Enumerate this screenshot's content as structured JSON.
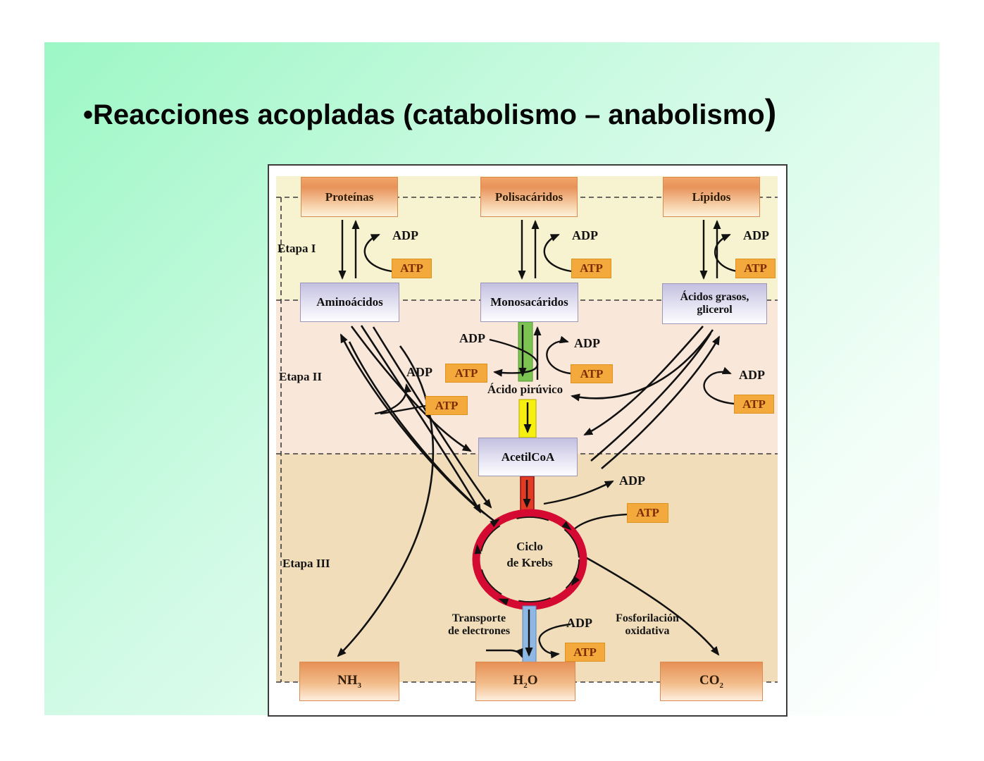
{
  "slide": {
    "title_bullet": "•",
    "title_main": "Reacciones acopladas (catabolismo – anabolismo",
    "title_close": ")"
  },
  "labels": {
    "adp": "ADP",
    "atp": "ATP"
  },
  "diagram": {
    "stages": [
      "Etapa I",
      "Etapa II",
      "Etapa III"
    ],
    "top_row": [
      "Proteínas",
      "Polisacáridos",
      "Lípidos"
    ],
    "intermediates": [
      "Aminoácidos",
      "Monosacáridos"
    ],
    "fatty": {
      "line1": "Ácidos grasos,",
      "line2": "glicerol"
    },
    "pyruvate": "Ácido pirúvico",
    "acetylcoa": "AcetilCoA",
    "krebs": {
      "line1": "Ciclo",
      "line2": "de Krebs"
    },
    "electron_transport": {
      "line1": "Transporte",
      "line2": "de electrones"
    },
    "oxidative_phosphorylation": {
      "line1": "Fosforilación",
      "line2": "oxidativa"
    },
    "end_products": [
      {
        "main": "NH",
        "sub": "3",
        "tail": ""
      },
      {
        "main": "H",
        "sub": "2",
        "tail": "O"
      },
      {
        "main": "CO",
        "sub": "2",
        "tail": ""
      }
    ],
    "colors": {
      "slide_green": "#9cf7c5",
      "band_yellow": "#f7f2cf",
      "band_pink": "#f9e7da",
      "band_tan": "#f1ddba",
      "atp_orange": "#f3a93c",
      "atp_text": "#7b2d00",
      "orange_box_border": "#dd8a4e",
      "lavender_border": "#9a97b8",
      "krebs_red": "#d40a32",
      "pyruvate_green": "#7cc351",
      "pyruvate_yellow": "#f6ef0f",
      "electron_blue": "#8fb7e4",
      "acetyl_red": "#e23b24",
      "ink": "#111111"
    }
  }
}
